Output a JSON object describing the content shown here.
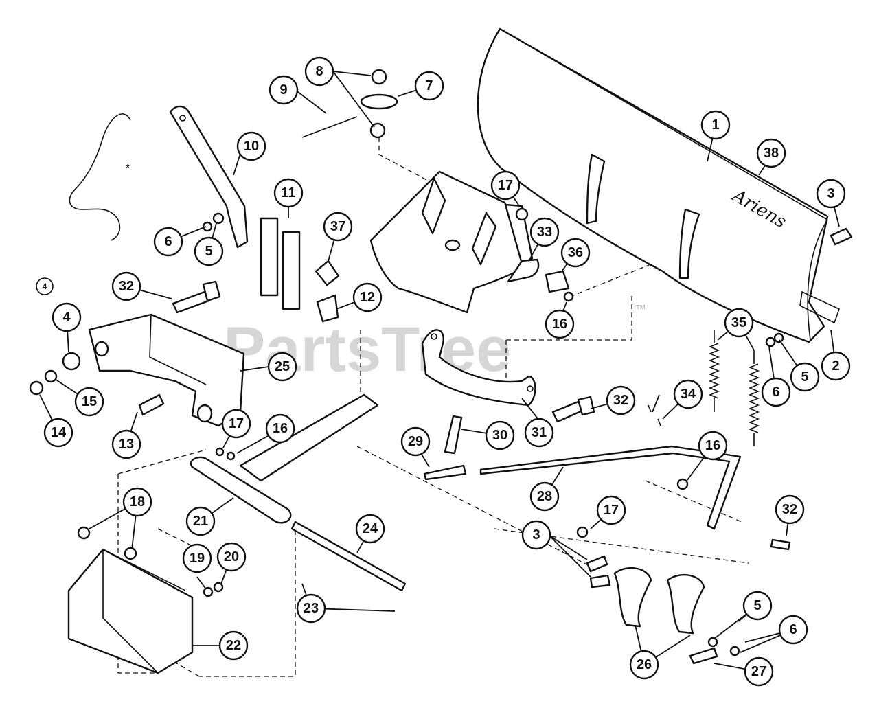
{
  "diagram": {
    "watermark": "PartsTree",
    "watermark_tm": "™",
    "brand_marking": "Ariens",
    "wire_symbol": "*",
    "callouts": [
      "1",
      "2",
      "3",
      "3",
      "4",
      "4",
      "5",
      "5",
      "5",
      "6",
      "6",
      "6",
      "7",
      "8",
      "9",
      "10",
      "11",
      "12",
      "13",
      "14",
      "15",
      "16",
      "16",
      "16",
      "17",
      "17",
      "17",
      "18",
      "19",
      "20",
      "21",
      "22",
      "23",
      "24",
      "25",
      "26",
      "27",
      "28",
      "29",
      "30",
      "31",
      "32",
      "32",
      "32",
      "33",
      "34",
      "35",
      "36",
      "37",
      "38"
    ]
  }
}
